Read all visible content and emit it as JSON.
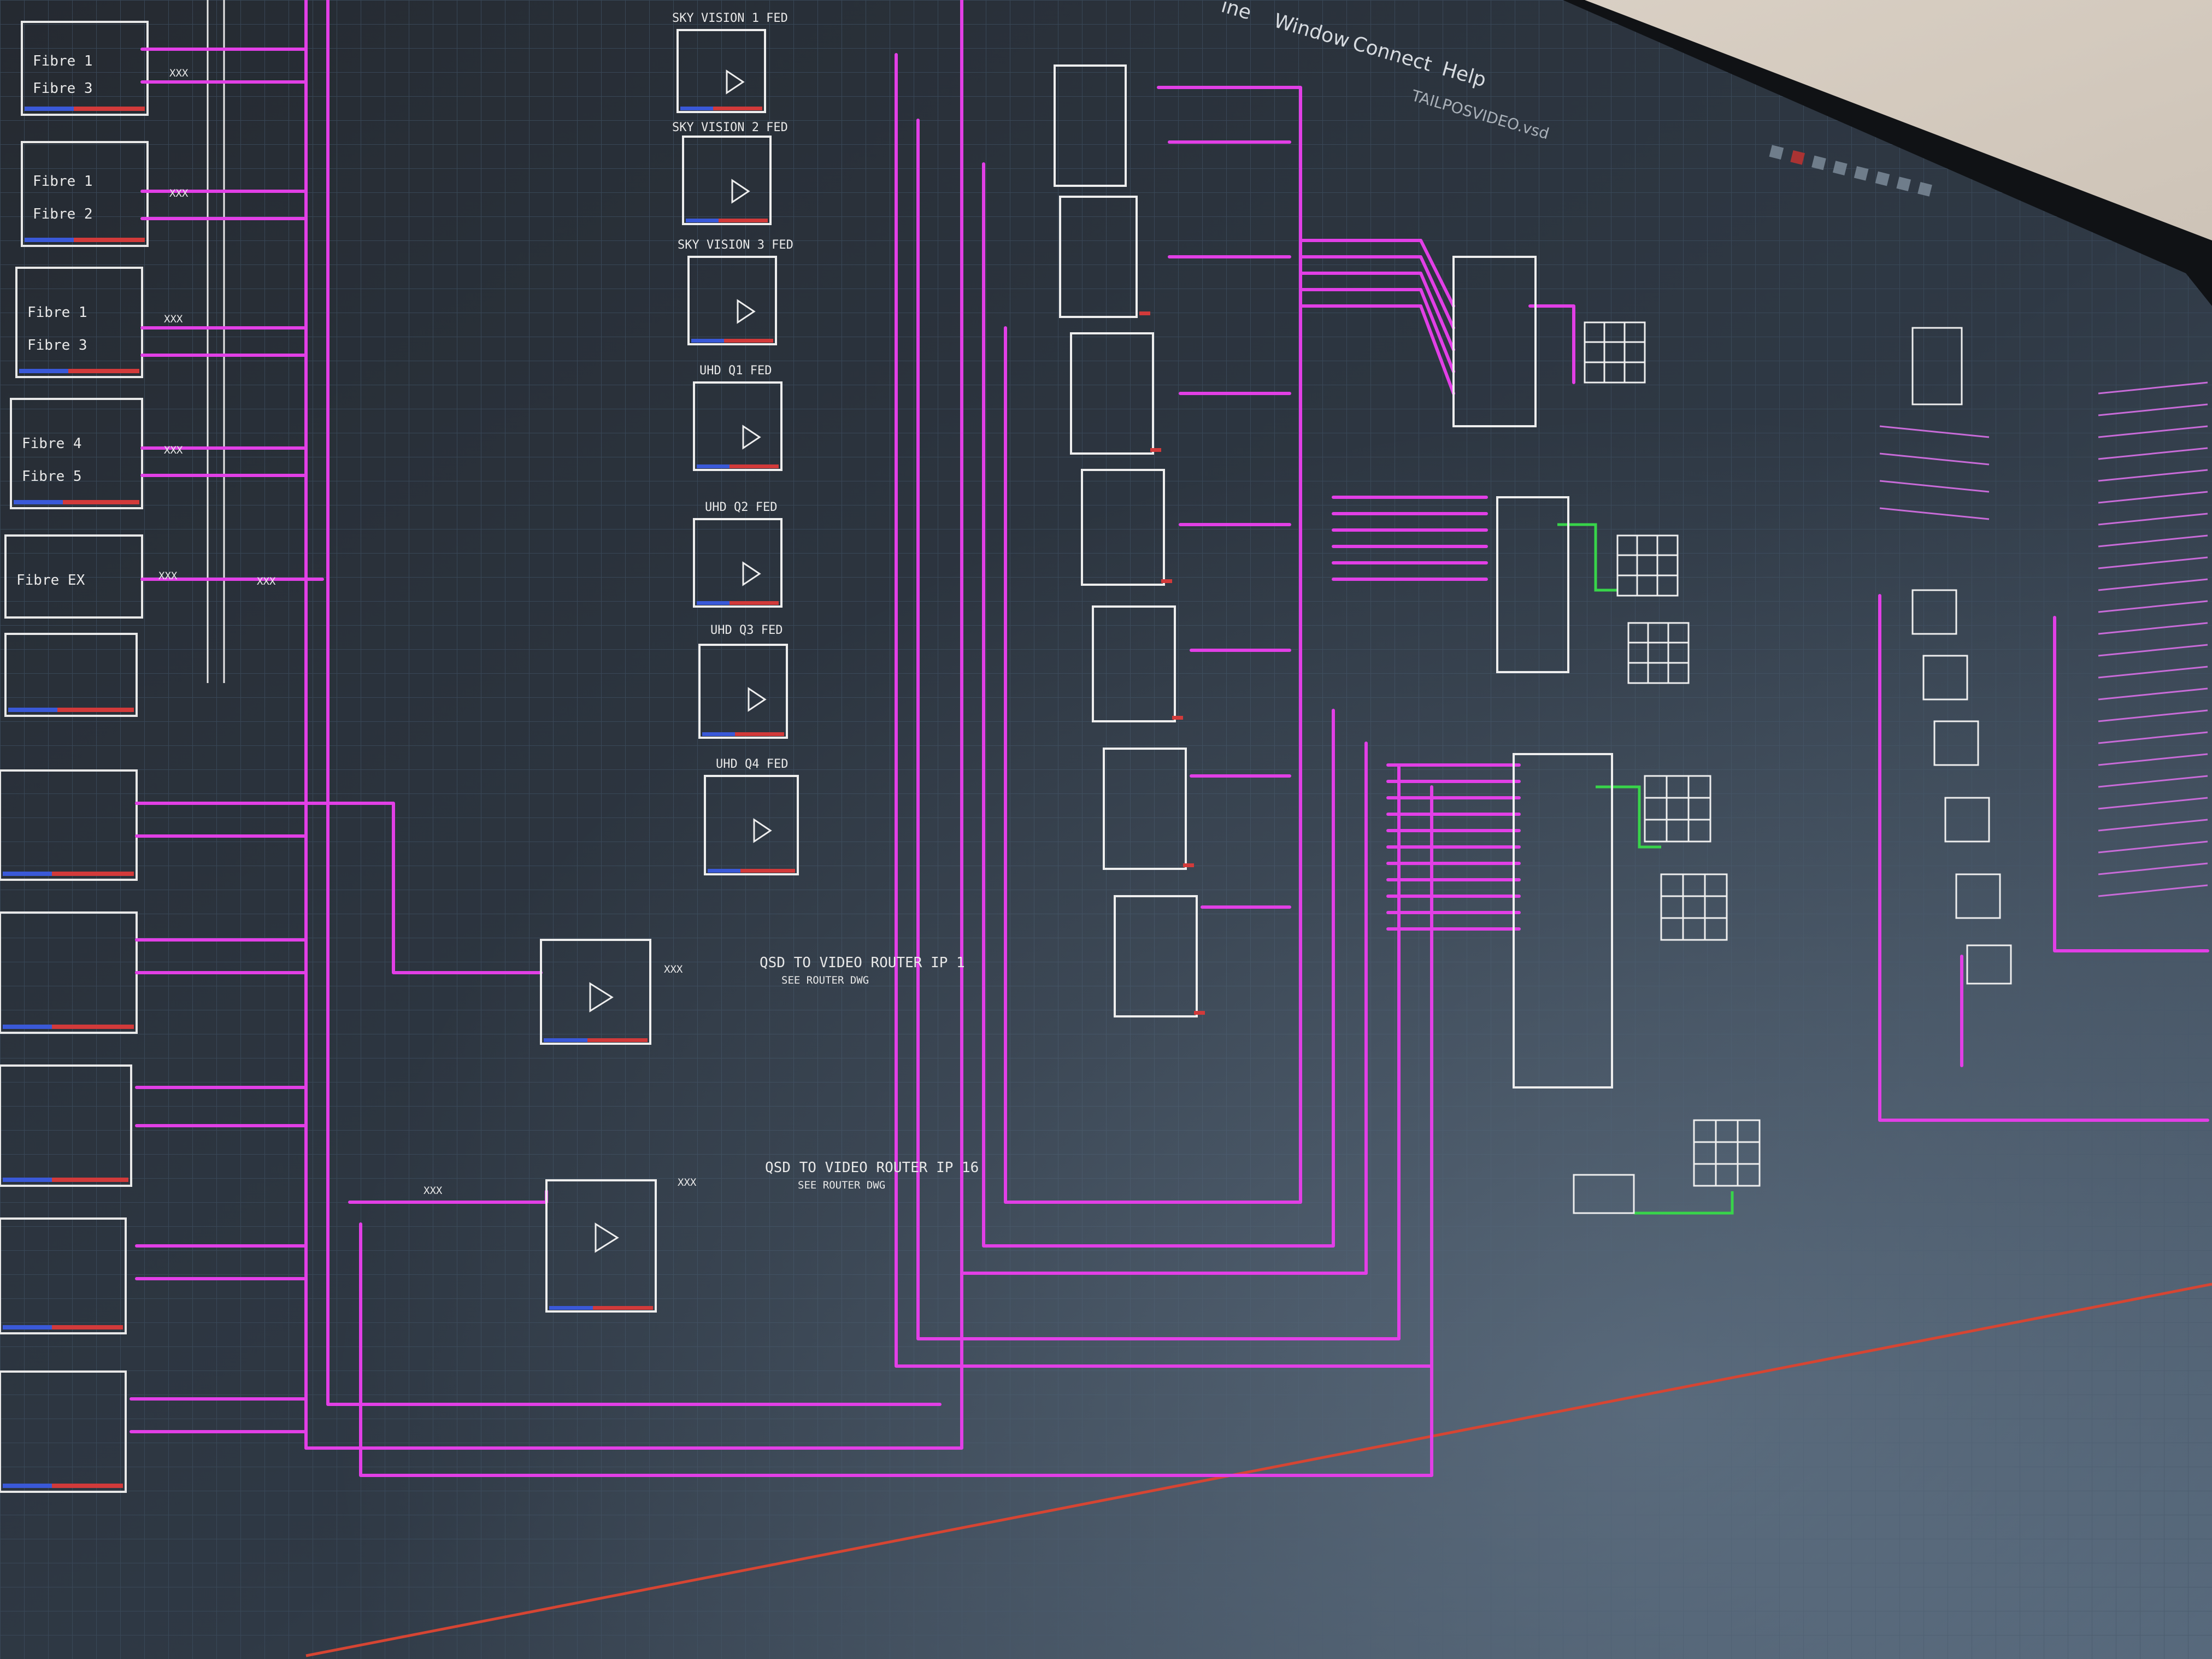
{
  "menu": {
    "items": [
      "ine",
      "Window",
      "Connect",
      "Help"
    ]
  },
  "document": {
    "title": "TAILPOSVIDEO.vsd"
  },
  "diagram": {
    "labels": {
      "fibre1": "Fibre 1",
      "fibre2": "Fibre 2",
      "fibre3": "Fibre 3",
      "fibre4": "Fibre 4",
      "fibre5": "Fibre 5",
      "fibreex": "Fibre EX",
      "sky_sdi1": "SKY VISION 1 FED",
      "sky_sdi2": "SKY VISION 2 FED",
      "sky_sdi3": "SKY VISION 3 FED",
      "uhd_q1": "UHD Q1 FED",
      "uhd_q2": "UHD Q2 FED",
      "uhd_q3": "UHD Q3 FED",
      "uhd_q4": "UHD Q4 FED",
      "qsd_to_router": "QSD TO VIDEO ROUTER IP 1",
      "qsd_to_router2": "QSD TO VIDEO ROUTER IP 16",
      "see_router": "SEE ROUTER DWG",
      "xxx": "XXX"
    }
  }
}
